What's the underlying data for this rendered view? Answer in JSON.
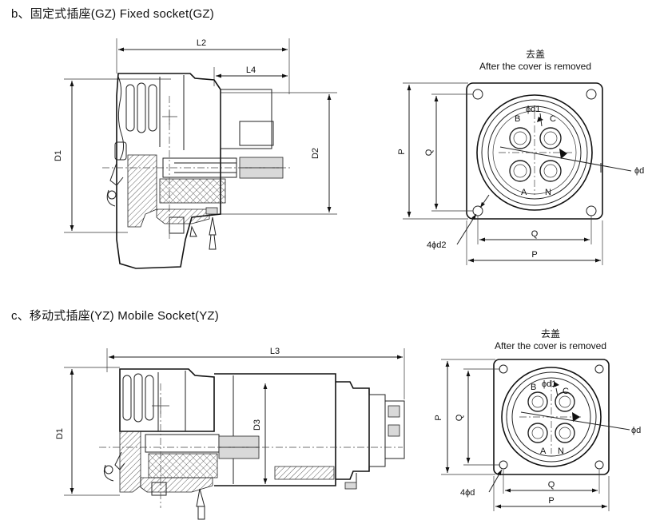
{
  "headings": {
    "fixed": "b、固定式插座(GZ) Fixed socket(GZ)",
    "mobile": "c、移动式插座(YZ) Mobile Socket(YZ)"
  },
  "fixed_socket": {
    "side_view": {
      "L2": "L2",
      "L4": "L4",
      "D1": "D1",
      "D2": "D2"
    },
    "front_view": {
      "cover_cn": "去盖",
      "cover_en": "After the cover is removed",
      "pin_B": "B",
      "pin_C": "C",
      "pin_A": "A",
      "pin_N": "N",
      "phi_d1": "ϕd1",
      "phi_d": "ϕd",
      "P_vertical": "P",
      "Q_vertical": "Q",
      "Q_horizontal": "Q",
      "P_horizontal": "P",
      "hole_label": "4ϕd2"
    }
  },
  "mobile_socket": {
    "side_view": {
      "L3": "L3",
      "D1": "D1",
      "D3": "D3"
    },
    "front_view": {
      "cover_cn": "去盖",
      "cover_en": "After the cover is removed",
      "pin_B": "B",
      "pin_C": "C",
      "pin_A": "A",
      "pin_N": "N",
      "phi_d1": "ϕd1",
      "phi_d": "ϕd",
      "P_vertical": "P",
      "Q_vertical": "Q",
      "Q_horizontal": "Q",
      "P_horizontal": "P",
      "hole_label": "4ϕd"
    }
  }
}
